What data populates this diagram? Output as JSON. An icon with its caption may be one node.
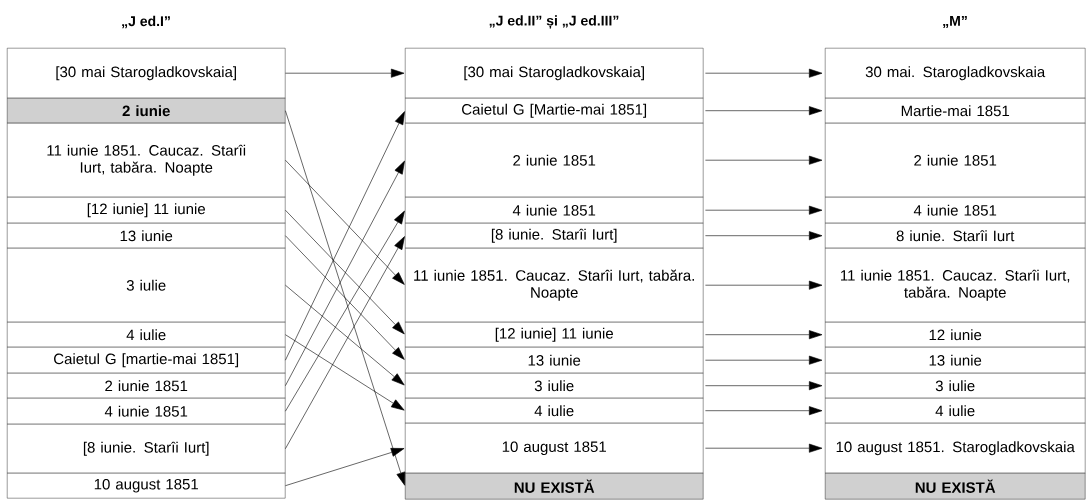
{
  "diagram": {
    "nodes": [
      {
        "text": [
          "[30 mai Starogladkovskaia]"
        ]
      },
      {
        "text": [
          "2 iunie"
        ]
      },
      {
        "text": [
          "11 iunie 1851. Caucaz. Starîi Iurt, tabăra. Noapte"
        ]
      },
      {
        "text": [
          "[12 iunie] 11 iunie"
        ]
      },
      {
        "text": [
          "13 iunie"
        ]
      },
      {
        "text": [
          "3 iulie"
        ]
      },
      {
        "text": [
          "4 iulie"
        ]
      },
      {
        "text": [
          "Caietul G [martie-mai 1851]"
        ]
      },
      {
        "text": [
          "2 iunie 1851"
        ]
      },
      {
        "text": [
          "4 iunie 1851"
        ]
      },
      {
        "text": [
          "[8 iunie. Starîi Iurt]"
        ]
      },
      {
        "text": [
          "10 august 1851"
        ]
      },
      {
        "text": [
          "[30 mai Starogladkovskaia]"
        ]
      },
      {
        "text": [
          "Caietul G [Martie-mai 1851]"
        ]
      },
      {
        "text": [
          "2 iunie 1851"
        ]
      },
      {
        "text": [
          "4 iunie 1851"
        ]
      },
      {
        "text": [
          "[8 iunie. Starîi Iurt]"
        ]
      },
      {
        "text": [
          "11 iunie 1851. Caucaz. Starîi Iurt, tabăra. Noapte"
        ]
      },
      {
        "text": [
          "[12 iunie] 11 iunie"
        ]
      },
      {
        "text": [
          "13 iunie"
        ]
      },
      {
        "text": [
          "3 iulie"
        ]
      },
      {
        "text": [
          "4 iulie"
        ]
      },
      {
        "text": [
          "10 august 1851"
        ]
      },
      {
        "text": [
          "NU EXISTĂ"
        ]
      },
      {
        "text": [
          "30 mai. Starogladkovskaia"
        ]
      },
      {
        "text": [
          "Martie-mai 1851"
        ]
      },
      {
        "text": [
          "2 iunie 1851"
        ]
      },
      {
        "text": [
          "4 iunie 1851"
        ]
      },
      {
        "text": [
          "8 iunie. Starîi Iurt"
        ]
      },
      {
        "text": [
          "11 iunie 1851. Caucaz. Starîi Iurt, tabăra. Noapte"
        ]
      },
      {
        "text": [
          "12 iunie"
        ]
      },
      {
        "text": [
          "13 iunie"
        ]
      },
      {
        "text": [
          "3 iulie"
        ]
      },
      {
        "text": [
          "4 iulie"
        ]
      },
      {
        "text": [
          "10 august 1851. Starogladkovskaia"
        ]
      },
      {
        "text": [
          "NU EXISTĂ"
        ]
      }
    ],
    "edges": [
      {
        "from": 0,
        "to": 12,
        "arrow": "to"
      },
      {
        "from": 1,
        "to": 23,
        "arrow": "to"
      },
      {
        "from": 2,
        "to": 17,
        "arrow": "to"
      },
      {
        "from": 3,
        "to": 18,
        "arrow": "to"
      },
      {
        "from": 4,
        "to": 19,
        "arrow": "to"
      },
      {
        "from": 5,
        "to": 20,
        "arrow": "to"
      },
      {
        "from": 6,
        "to": 21,
        "arrow": "to"
      },
      {
        "from": 7,
        "to": 13,
        "arrow": "to"
      },
      {
        "from": 8,
        "to": 14,
        "arrow": "to"
      },
      {
        "from": 9,
        "to": 15,
        "arrow": "to"
      },
      {
        "from": 10,
        "to": 16,
        "arrow": "to"
      },
      {
        "from": 11,
        "to": 22,
        "arrow": "to"
      },
      {
        "from": 12,
        "to": 24,
        "arrow": "to"
      },
      {
        "from": 13,
        "to": 25,
        "arrow": "to"
      },
      {
        "from": 14,
        "to": 26,
        "arrow": "to"
      },
      {
        "from": 15,
        "to": 27,
        "arrow": "to"
      },
      {
        "from": 16,
        "to": 28,
        "arrow": "to"
      },
      {
        "from": 17,
        "to": 29,
        "arrow": "to"
      },
      {
        "from": 18,
        "to": 30,
        "arrow": "to"
      },
      {
        "from": 19,
        "to": 31,
        "arrow": "to"
      },
      {
        "from": 20,
        "to": 32,
        "arrow": "to"
      },
      {
        "from": 21,
        "to": 33,
        "arrow": "to"
      },
      {
        "from": 22,
        "to": 34,
        "arrow": "to"
      }
    ],
    "labels": [
      "„J ed.I”",
      "„J ed.II” și „J ed.III”",
      "„M”"
    ]
  }
}
